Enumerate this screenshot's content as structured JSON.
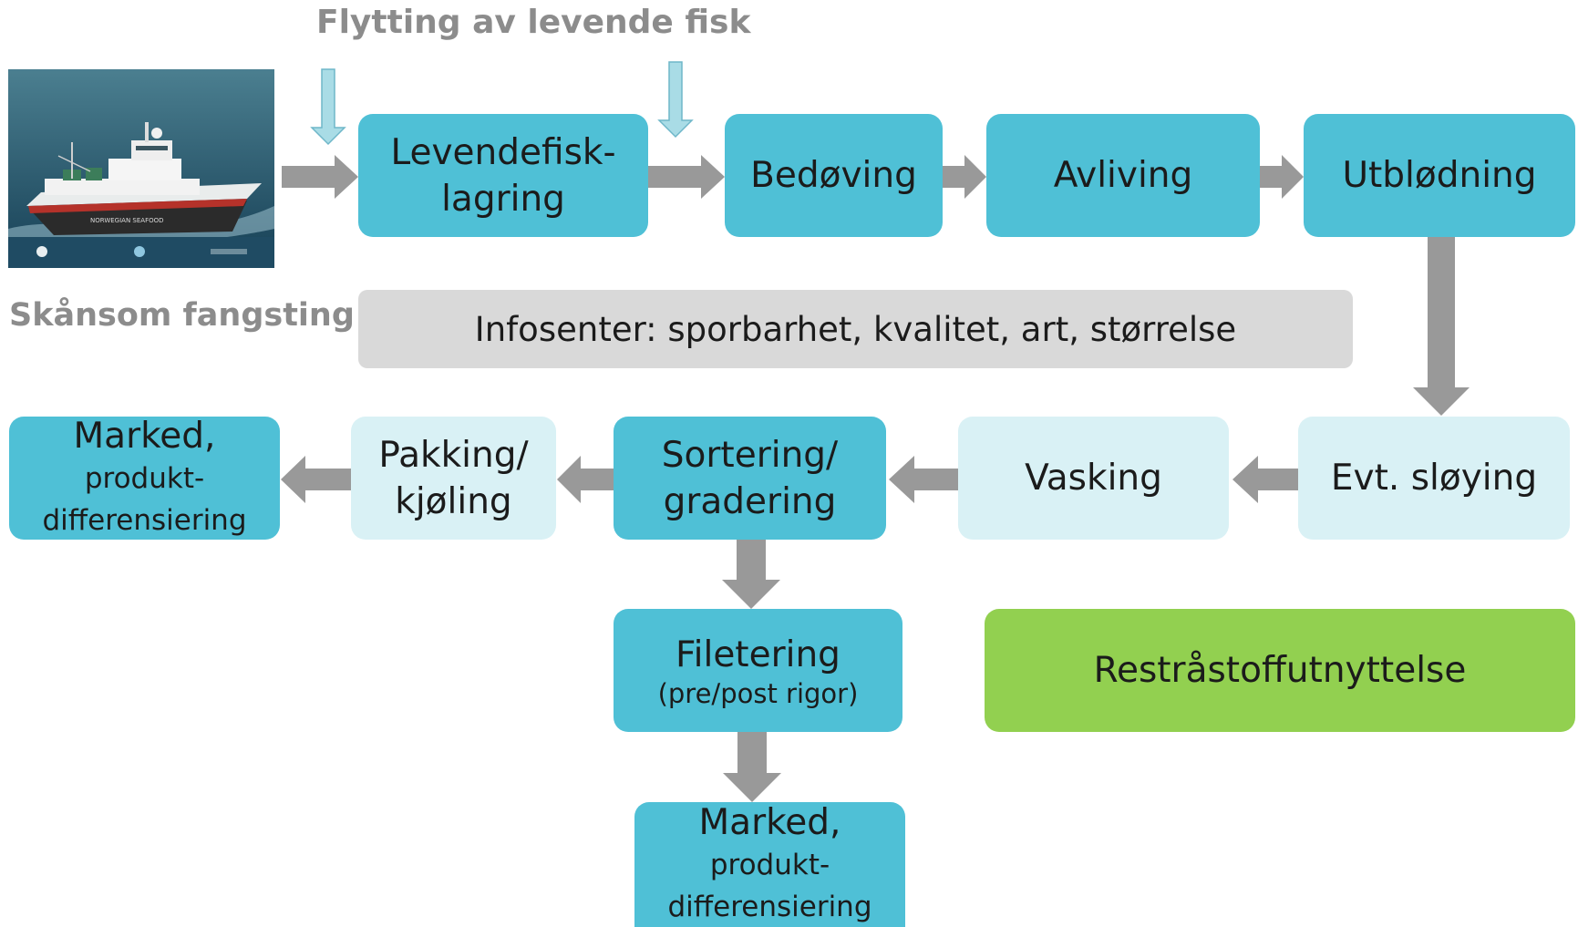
{
  "captions": {
    "top": "Flytting av levende fisk",
    "left": "Skånsom fangsting"
  },
  "ship_image": {
    "hull_text": "NORWEGIAN SEAFOOD"
  },
  "nodes": {
    "levendefisk": "Levendefisk-\nlagring",
    "bedoving": "Bedøving",
    "avliving": "Avliving",
    "utblodning": "Utblødning",
    "infosenter": "Infosenter: sporbarhet, kvalitet, art, størrelse",
    "sloying": "Evt. sløying",
    "vasking": "Vasking",
    "sortering": "Sortering/\ngradering",
    "pakking": "Pakking/\nkjøling",
    "marked_left": {
      "title": "Marked,",
      "sub": "produkt-\ndifferensiering"
    },
    "filetering": {
      "title": "Filetering",
      "sub": "(pre/post rigor)"
    },
    "marked_bottom": {
      "title": "Marked,",
      "sub": "produkt-\ndifferensiering"
    },
    "restrastoff": "Restråstoffutnyttelse"
  },
  "colors": {
    "process_dark": "#4fc0d6",
    "process_light": "#d9f1f5",
    "byproduct": "#92d050",
    "info": "#d9d9d9",
    "arrow": "#999999",
    "input_arrow": "#a9dce6"
  }
}
